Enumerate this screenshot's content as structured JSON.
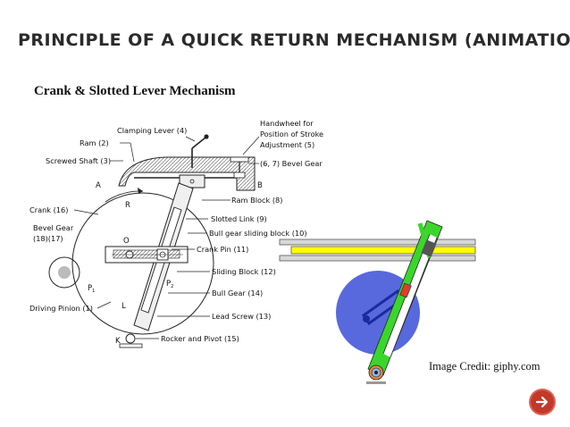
{
  "slide": {
    "title": "PRINCIPLE OF A QUICK RETURN MECHANISM (ANIMATION)",
    "subtitle": "Crank & Slotted Lever Mechanism",
    "image_credit": "Image Credit: giphy.com"
  },
  "diagram": {
    "labels": {
      "clamping_lever": "Clamping Lever (4)",
      "handwheel_1": "Handwheel for",
      "handwheel_2": "Position of Stroke",
      "handwheel_3": "Adjustment (5)",
      "ram": "Ram (2)",
      "screwed_shaft": "Screwed Shaft (3)",
      "bevel_gear_67": "(6, 7) Bevel Gear",
      "ram_block": "Ram Block (8)",
      "crank": "Crank (16)",
      "slotted_link": "Slotted Link (9)",
      "bevel_gear_1": "Bevel Gear",
      "bevel_gear_2": "(18)(17)",
      "bull_gear_sliding_block": "Bull gear sliding block (10)",
      "crank_pin": "Crank Pin (11)",
      "sliding_block": "Sliding Block (12)",
      "bull_gear": "Bull Gear (14)",
      "driving_pinion": "Driving Pinion (1)",
      "lead_screw": "Lead Screw (13)",
      "rocker_and_pivot": "Rocker and Pivot (15)"
    },
    "letters": {
      "A": "A",
      "B": "B",
      "R": "R",
      "O": "O",
      "P1": "P",
      "P1_sub": "1",
      "P2": "P",
      "P2_sub": "2",
      "L": "L",
      "K": "K"
    }
  },
  "colors": {
    "title": "#2a2a2a",
    "link_green": "#3bd62b",
    "bull_gear_blue": "#3b4fd8",
    "ram_yellow": "#ffff00",
    "next_button": "#c0392b"
  },
  "icons": {
    "next_button": "arrow-right-icon"
  }
}
